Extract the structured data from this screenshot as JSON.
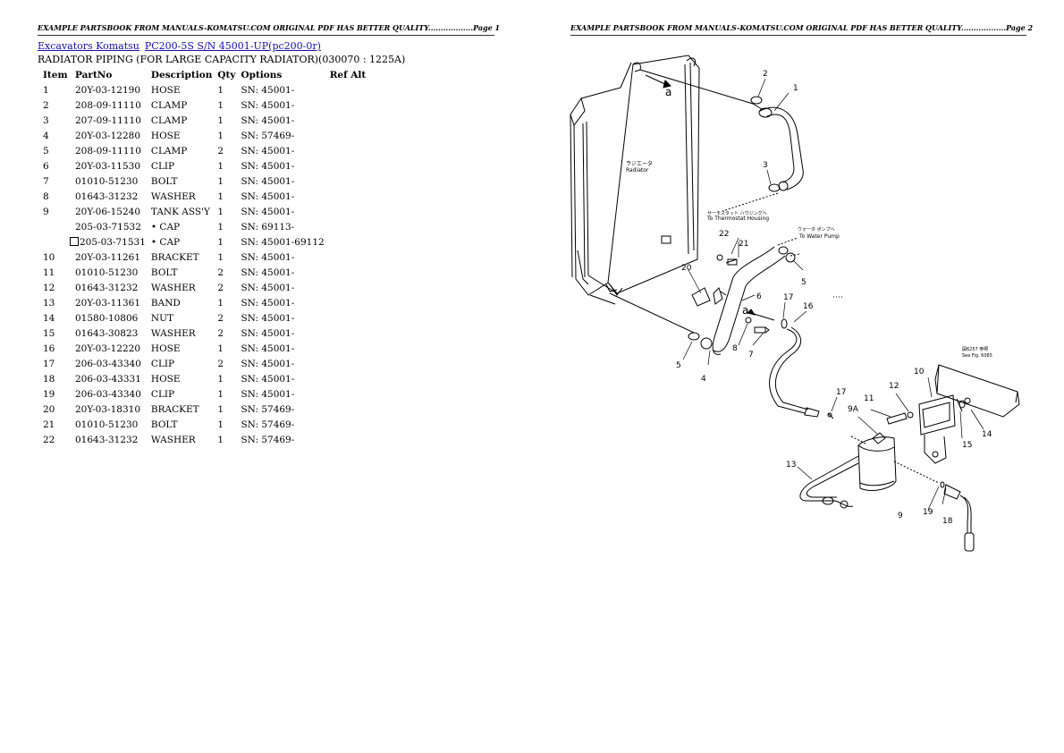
{
  "header": {
    "page1": "EXAMPLE PARTSBOOK FROM MANUALS-KOMATSU.COM ORIGINAL PDF HAS BETTER QUALITY..................Page 1",
    "page2": "EXAMPLE PARTSBOOK FROM MANUALS-KOMATSU.COM ORIGINAL PDF HAS BETTER QUALITY..................Page 2"
  },
  "breadcrumb": {
    "link1": "Excavators Komatsu",
    "link2": "PC200-5S S/N 45001-UP(pc200-0r)"
  },
  "title": "RADIATOR PIPING (FOR LARGE CAPACITY RADIATOR)(030070 : 1225A)",
  "table": {
    "headers": [
      "Item",
      "PartNo",
      "Description",
      "Qty",
      "Options",
      "Ref Alt"
    ],
    "rows": [
      {
        "item": "1",
        "part": "20Y-03-12190",
        "desc": "HOSE",
        "qty": "1",
        "opt": "SN: 45001-"
      },
      {
        "item": "2",
        "part": "208-09-11110",
        "desc": "CLAMP",
        "qty": "1",
        "opt": "SN: 45001-"
      },
      {
        "item": "3",
        "part": "207-09-11110",
        "desc": "CLAMP",
        "qty": "1",
        "opt": "SN: 45001-"
      },
      {
        "item": "4",
        "part": "20Y-03-12280",
        "desc": "HOSE",
        "qty": "1",
        "opt": "SN: 57469-"
      },
      {
        "item": "5",
        "part": "208-09-11110",
        "desc": "CLAMP",
        "qty": "2",
        "opt": "SN: 45001-"
      },
      {
        "item": "6",
        "part": "20Y-03-11530",
        "desc": "CLIP",
        "qty": "1",
        "opt": "SN: 45001-"
      },
      {
        "item": "7",
        "part": "01010-51230",
        "desc": "BOLT",
        "qty": "1",
        "opt": "SN: 45001-"
      },
      {
        "item": "8",
        "part": "01643-31232",
        "desc": "WASHER",
        "qty": "1",
        "opt": "SN: 45001-"
      },
      {
        "item": "9",
        "part": "20Y-06-15240",
        "desc": "TANK ASS'Y",
        "qty": "1",
        "opt": "SN: 45001-"
      },
      {
        "item": "",
        "part": "205-03-71532",
        "desc": "• CAP",
        "qty": "1",
        "opt": "SN: 69113-"
      },
      {
        "item": "",
        "part": "205-03-71531",
        "desc": "• CAP",
        "qty": "1",
        "opt": "SN: 45001-69112",
        "boxed": true
      },
      {
        "item": "10",
        "part": "20Y-03-11261",
        "desc": "BRACKET",
        "qty": "1",
        "opt": "SN: 45001-"
      },
      {
        "item": "11",
        "part": "01010-51230",
        "desc": "BOLT",
        "qty": "2",
        "opt": "SN: 45001-"
      },
      {
        "item": "12",
        "part": "01643-31232",
        "desc": "WASHER",
        "qty": "2",
        "opt": "SN: 45001-"
      },
      {
        "item": "13",
        "part": "20Y-03-11361",
        "desc": "BAND",
        "qty": "1",
        "opt": "SN: 45001-"
      },
      {
        "item": "14",
        "part": "01580-10806",
        "desc": "NUT",
        "qty": "2",
        "opt": "SN: 45001-"
      },
      {
        "item": "15",
        "part": "01643-30823",
        "desc": "WASHER",
        "qty": "2",
        "opt": "SN: 45001-"
      },
      {
        "item": "16",
        "part": "20Y-03-12220",
        "desc": "HOSE",
        "qty": "1",
        "opt": "SN: 45001-"
      },
      {
        "item": "17",
        "part": "206-03-43340",
        "desc": "CLIP",
        "qty": "2",
        "opt": "SN: 45001-"
      },
      {
        "item": "18",
        "part": "206-03-43331",
        "desc": "HOSE",
        "qty": "1",
        "opt": "SN: 45001-"
      },
      {
        "item": "19",
        "part": "206-03-43340",
        "desc": "CLIP",
        "qty": "1",
        "opt": "SN: 45001-"
      },
      {
        "item": "20",
        "part": "20Y-03-18310",
        "desc": "BRACKET",
        "qty": "1",
        "opt": "SN: 57469-"
      },
      {
        "item": "21",
        "part": "01010-51230",
        "desc": "BOLT",
        "qty": "1",
        "opt": "SN: 57469-"
      },
      {
        "item": "22",
        "part": "01643-31232",
        "desc": "WASHER",
        "qty": "1",
        "opt": "SN: 57469-"
      }
    ]
  },
  "diagram": {
    "radiator_jp": "ラジエータ",
    "radiator_en": "Radiator",
    "thermostat_jp": "サーモスタット ハウジングへ",
    "thermostat_en": "To Thermostat Housing",
    "waterpump_jp": "ウォータ ポンプへ",
    "waterpump_en": "To Water Pump",
    "fig_jp": "図6257 参照",
    "fig_en": "See Fig. 6065",
    "callouts": [
      "1",
      "2",
      "3",
      "4",
      "5",
      "5",
      "6",
      "7",
      "8",
      "9",
      "9A",
      "10",
      "11",
      "12",
      "13",
      "14",
      "15",
      "16",
      "17",
      "17",
      "18",
      "19",
      "20",
      "21",
      "22",
      "a",
      "a"
    ]
  }
}
